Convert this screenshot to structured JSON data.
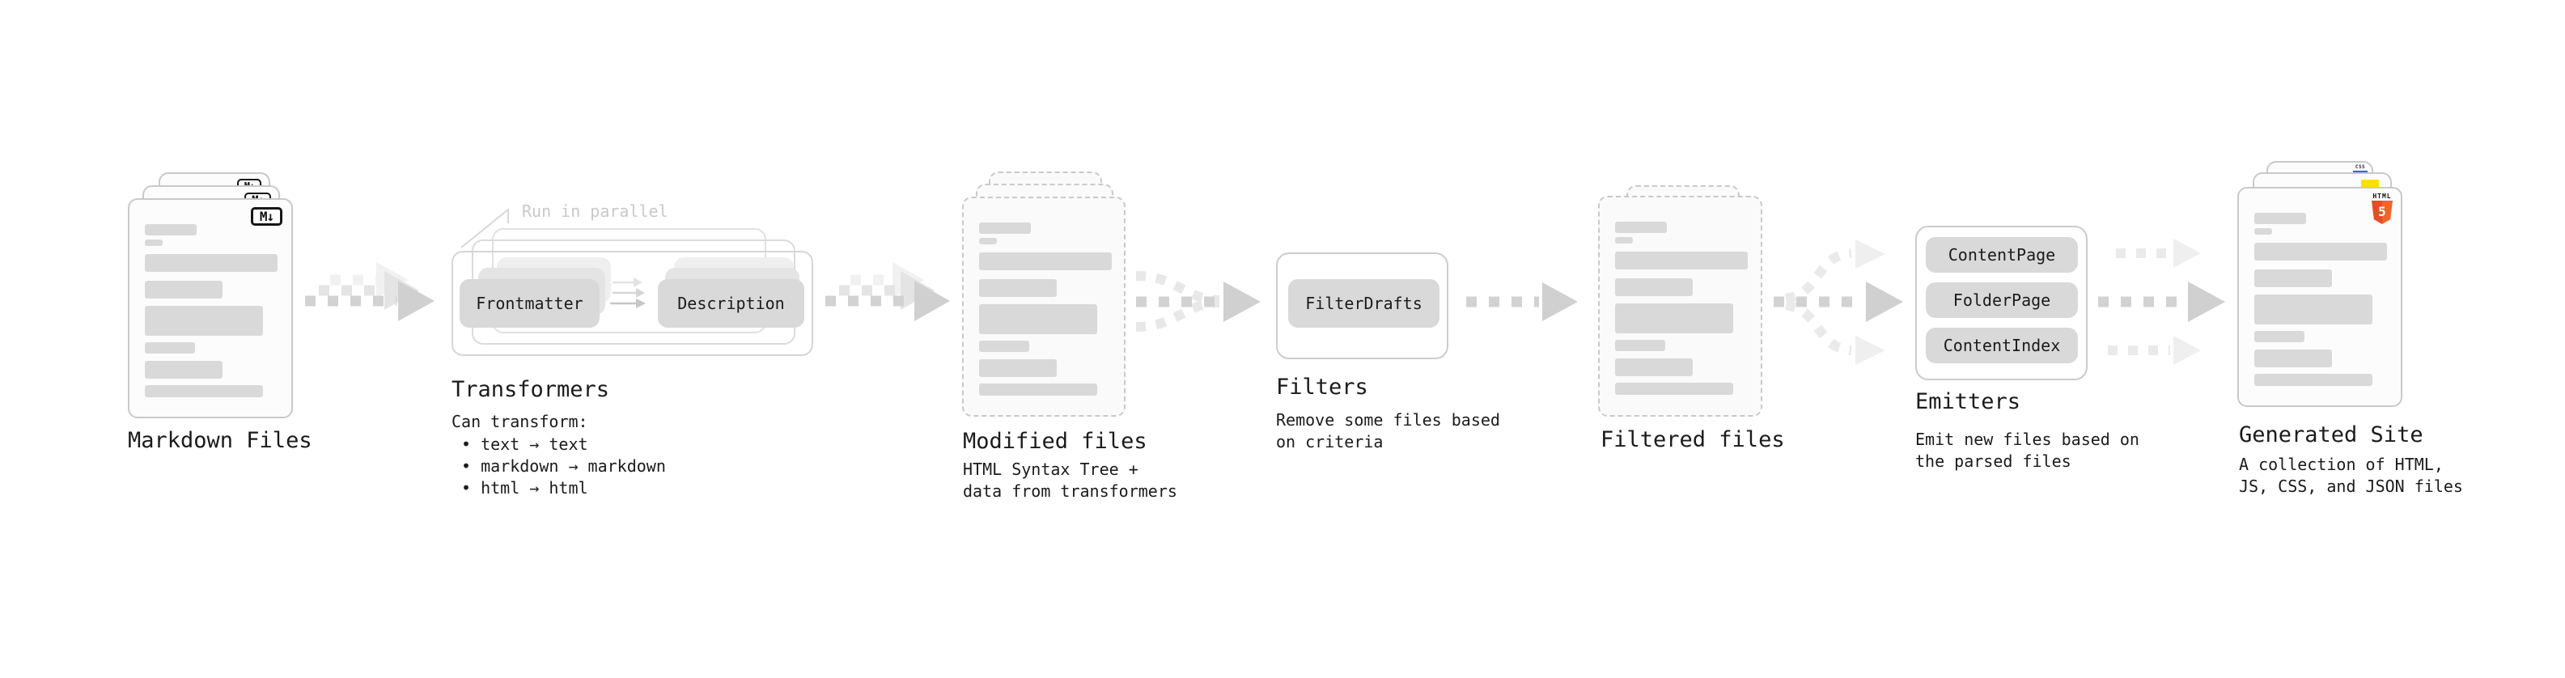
{
  "markdown_files": {
    "title": "Markdown Files",
    "badge": "M↓"
  },
  "transformers": {
    "title": "Transformers",
    "note": "Run in parallel",
    "boxes": [
      "Frontmatter",
      "Description"
    ],
    "caption": "Can transform:",
    "bullets": [
      "• text → text",
      "• markdown → markdown",
      "• html → html"
    ]
  },
  "modified_files": {
    "title": "Modified files",
    "caption": "HTML Syntax Tree +\ndata from transformers"
  },
  "filters": {
    "title": "Filters",
    "box": "FilterDrafts",
    "caption": "Remove some files based\non criteria"
  },
  "filtered_files": {
    "title": "Filtered files"
  },
  "emitters": {
    "title": "Emitters",
    "boxes": [
      "ContentPage",
      "FolderPage",
      "ContentIndex"
    ],
    "caption": "Emit new files based on\nthe parsed files"
  },
  "generated_site": {
    "title": "Generated Site",
    "caption": "A collection of HTML,\nJS, CSS, and JSON files",
    "css_label": "CSS",
    "html_label": "HTML",
    "html_number": "5"
  },
  "colors": {
    "bar_gray": "#d9d9d9",
    "card_border": "#c9c9c9",
    "arrow_gray": "#d2d2d2",
    "note_gray": "#c9c9c9",
    "js_yellow": "#ffdf00",
    "css_blue": "#2b62f6",
    "html_orange": "#e44d26"
  }
}
